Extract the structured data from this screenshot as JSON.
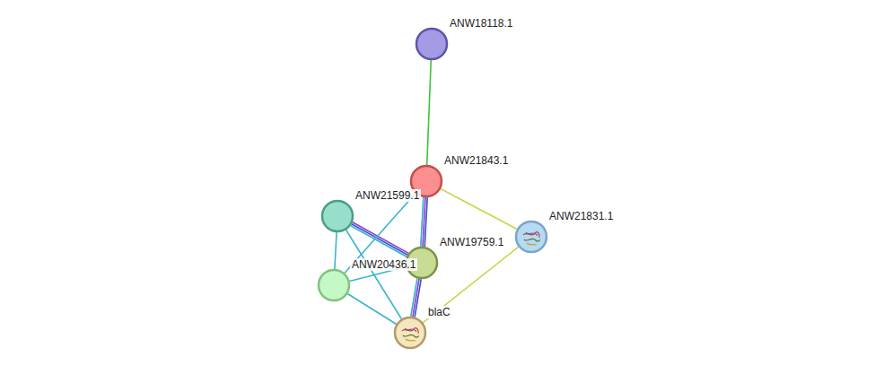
{
  "diagram": {
    "nodes": [
      {
        "text": [
          "ANW18118.1"
        ]
      },
      {
        "text": [
          "ANW21843.1"
        ]
      },
      {
        "text": [
          "ANW21599.1"
        ]
      },
      {
        "text": [
          "ANW21831.1"
        ]
      },
      {
        "text": [
          "ANW19759.1"
        ]
      },
      {
        "text": [
          "ANW20436.1"
        ]
      },
      {
        "text": [
          "blaC"
        ]
      }
    ],
    "edges": [
      {
        "from": 0,
        "to": 1,
        "arrow": "none"
      },
      {
        "from": 1,
        "to": 3,
        "arrow": "none"
      },
      {
        "from": 1,
        "to": 4,
        "arrow": "none"
      },
      {
        "from": 4,
        "to": 6,
        "arrow": "none"
      },
      {
        "from": 3,
        "to": 6,
        "arrow": "none"
      },
      {
        "from": 2,
        "to": 4,
        "arrow": "none"
      },
      {
        "from": 2,
        "to": 5,
        "arrow": "none"
      },
      {
        "from": 2,
        "to": 6,
        "arrow": "none"
      },
      {
        "from": 1,
        "to": 5,
        "arrow": "none"
      },
      {
        "from": 5,
        "to": 4,
        "arrow": "none"
      },
      {
        "from": 5,
        "to": 6,
        "arrow": "none"
      }
    ]
  }
}
